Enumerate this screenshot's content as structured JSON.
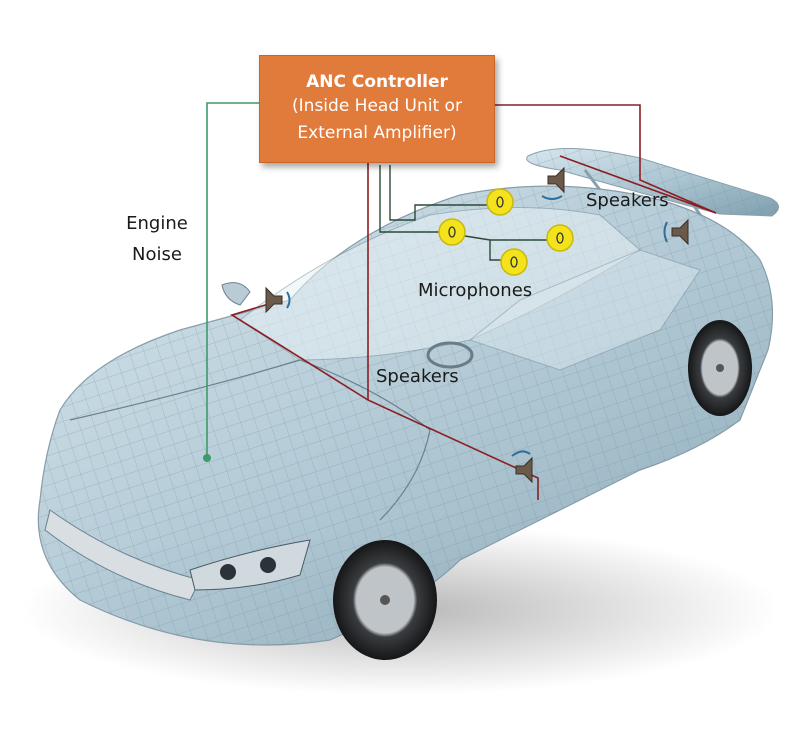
{
  "controller": {
    "title": "ANC Controller",
    "line2": "(Inside Head Unit or",
    "line3": "External Amplifier)",
    "fill_color": "#e07b3c"
  },
  "labels": {
    "engine_noise_line1": "Engine",
    "engine_noise_line2": "Noise",
    "speakers_top": "Speakers",
    "microphones": "Microphones",
    "speakers_middle": "Speakers"
  },
  "colors": {
    "engine_wire": "#3e9a6a",
    "speaker_wire": "#8b1e22",
    "mic_wire": "#2a4a3a",
    "microphone_fill": "#f3e21c",
    "car_glass": "#bcd3de"
  },
  "icons": [
    "speaker-icon",
    "microphone-icon",
    "sound-wave-icon",
    "car-wireframe"
  ]
}
